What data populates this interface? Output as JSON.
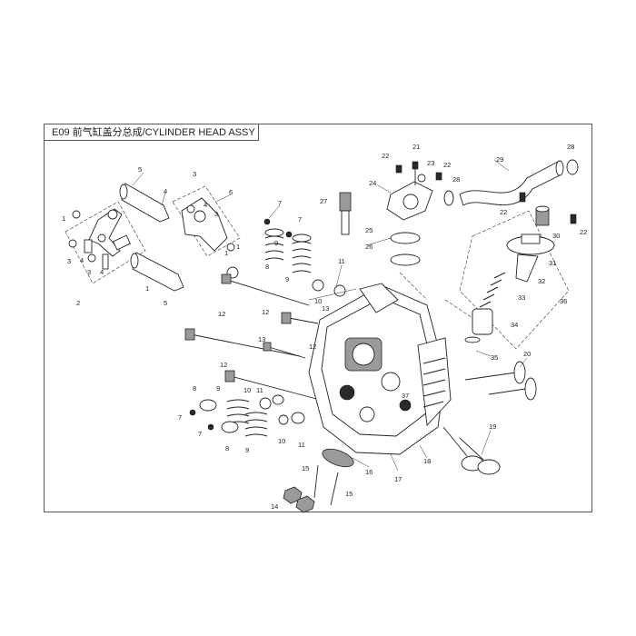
{
  "title": "E09 前气缸盖分总成/CYLINDER HEAD ASSY",
  "callouts": [
    {
      "id": "c1a",
      "text": "1"
    },
    {
      "id": "c1b",
      "text": "1"
    },
    {
      "id": "c1c",
      "text": "1"
    },
    {
      "id": "c1d",
      "text": "1"
    },
    {
      "id": "c2",
      "text": "2"
    },
    {
      "id": "c3a",
      "text": "3"
    },
    {
      "id": "c3b",
      "text": "3"
    },
    {
      "id": "c3c",
      "text": "3"
    },
    {
      "id": "c3d",
      "text": "3"
    },
    {
      "id": "c4a",
      "text": "4"
    },
    {
      "id": "c4b",
      "text": "4"
    },
    {
      "id": "c4c",
      "text": "4"
    },
    {
      "id": "c4d",
      "text": "4"
    },
    {
      "id": "c5a",
      "text": "5"
    },
    {
      "id": "c5b",
      "text": "5"
    },
    {
      "id": "c6",
      "text": "6"
    },
    {
      "id": "c7a",
      "text": "7"
    },
    {
      "id": "c7b",
      "text": "7"
    },
    {
      "id": "c7c",
      "text": "7"
    },
    {
      "id": "c7d",
      "text": "7"
    },
    {
      "id": "c8a",
      "text": "8"
    },
    {
      "id": "c8b",
      "text": "8"
    },
    {
      "id": "c8c",
      "text": "8"
    },
    {
      "id": "c9a",
      "text": "9"
    },
    {
      "id": "c9b",
      "text": "9"
    },
    {
      "id": "c9c",
      "text": "9"
    },
    {
      "id": "c9d",
      "text": "9"
    },
    {
      "id": "c10a",
      "text": "10"
    },
    {
      "id": "c10b",
      "text": "10"
    },
    {
      "id": "c10c",
      "text": "10"
    },
    {
      "id": "c11a",
      "text": "11"
    },
    {
      "id": "c11b",
      "text": "11"
    },
    {
      "id": "c11c",
      "text": "11"
    },
    {
      "id": "c12a",
      "text": "12"
    },
    {
      "id": "c12b",
      "text": "12"
    },
    {
      "id": "c12c",
      "text": "12"
    },
    {
      "id": "c12d",
      "text": "12"
    },
    {
      "id": "c13a",
      "text": "13"
    },
    {
      "id": "c13b",
      "text": "13"
    },
    {
      "id": "c14",
      "text": "14"
    },
    {
      "id": "c15a",
      "text": "15"
    },
    {
      "id": "c15b",
      "text": "15"
    },
    {
      "id": "c16",
      "text": "16"
    },
    {
      "id": "c17",
      "text": "17"
    },
    {
      "id": "c18",
      "text": "18"
    },
    {
      "id": "c19",
      "text": "19"
    },
    {
      "id": "c20",
      "text": "20"
    },
    {
      "id": "c21",
      "text": "21"
    },
    {
      "id": "c22a",
      "text": "22"
    },
    {
      "id": "c22b",
      "text": "22"
    },
    {
      "id": "c22c",
      "text": "22"
    },
    {
      "id": "c22d",
      "text": "22"
    },
    {
      "id": "c23",
      "text": "23"
    },
    {
      "id": "c24",
      "text": "24"
    },
    {
      "id": "c25",
      "text": "25"
    },
    {
      "id": "c26",
      "text": "26"
    },
    {
      "id": "c27",
      "text": "27"
    },
    {
      "id": "c28a",
      "text": "28"
    },
    {
      "id": "c28b",
      "text": "28"
    },
    {
      "id": "c29",
      "text": "29"
    },
    {
      "id": "c30",
      "text": "30"
    },
    {
      "id": "c31",
      "text": "31"
    },
    {
      "id": "c32",
      "text": "32"
    },
    {
      "id": "c33",
      "text": "33"
    },
    {
      "id": "c34",
      "text": "34"
    },
    {
      "id": "c35",
      "text": "35"
    },
    {
      "id": "c36",
      "text": "36"
    },
    {
      "id": "c37",
      "text": "37"
    }
  ]
}
